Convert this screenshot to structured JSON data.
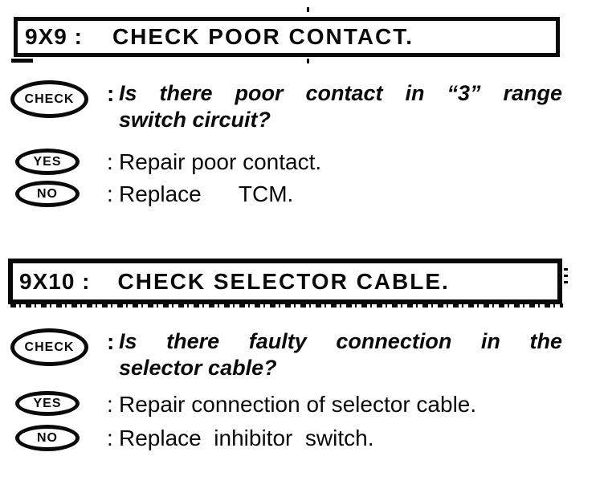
{
  "colors": {
    "ink": "#0a0a0a",
    "paper": "#ffffff"
  },
  "sections": [
    {
      "header": {
        "code": "9X9 :",
        "title": "CHECK POOR CONTACT."
      },
      "check": {
        "badge": "CHECK",
        "colon": ":",
        "line1": "Is there poor contact in “3” range",
        "line2": "switch circuit?"
      },
      "yes": {
        "badge": "YES",
        "colon": ":",
        "text": "Repair poor contact."
      },
      "no": {
        "badge": "NO",
        "colon": ":",
        "text": "Replace      TCM."
      }
    },
    {
      "header": {
        "code": "9X10 :",
        "title": "CHECK SELECTOR CABLE."
      },
      "check": {
        "badge": "CHECK",
        "colon": ":",
        "line1": "Is there faulty connection in the",
        "line2": "selector cable?"
      },
      "yes": {
        "badge": "YES",
        "colon": ":",
        "text": "Repair connection of selector cable."
      },
      "no": {
        "badge": "NO",
        "colon": ":",
        "text": "Replace  inhibitor  switch."
      }
    }
  ]
}
